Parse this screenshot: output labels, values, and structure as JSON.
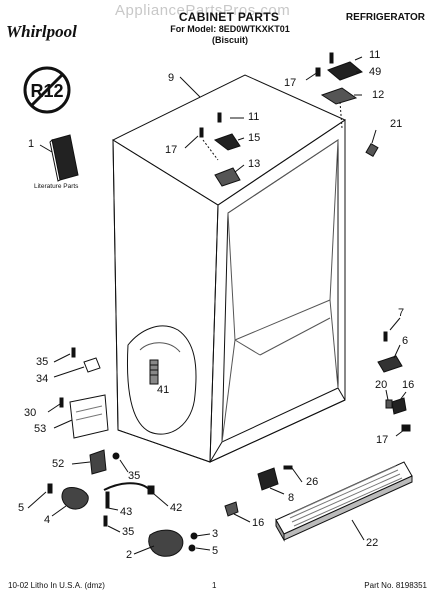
{
  "header": {
    "watermark": "AppliancePartsPros.com",
    "title": "CABINET PARTS",
    "model_line": "For Model: 8ED0WTKXKT01",
    "variant_line": "(Biscuit)",
    "category": "REFRIGERATOR",
    "brand": "Whirlpool"
  },
  "badge": {
    "text": "R12",
    "icon": "no-r12-symbol"
  },
  "literature_label": "Literature Parts",
  "callouts": {
    "c1": "1",
    "c2": "2",
    "c3": "3",
    "c4": "4",
    "c5a": "5",
    "c5b": "5",
    "c6": "6",
    "c7": "7",
    "c8": "8",
    "c9": "9",
    "c11a": "11",
    "c11b": "11",
    "c12": "12",
    "c13": "13",
    "c15": "15",
    "c16a": "16",
    "c16b": "16",
    "c17a": "17",
    "c17b": "17",
    "c17c": "17",
    "c20": "20",
    "c21": "21",
    "c22": "22",
    "c26": "26",
    "c30": "30",
    "c34": "34",
    "c35a": "35",
    "c35b": "35",
    "c35c": "35",
    "c41": "41",
    "c42": "42",
    "c43": "43",
    "c49": "49",
    "c52": "52",
    "c53": "53"
  },
  "footer": {
    "litho": "10-02 Litho In U.S.A. (dmz)",
    "page": "1",
    "part_no": "Part No. 8198351"
  }
}
